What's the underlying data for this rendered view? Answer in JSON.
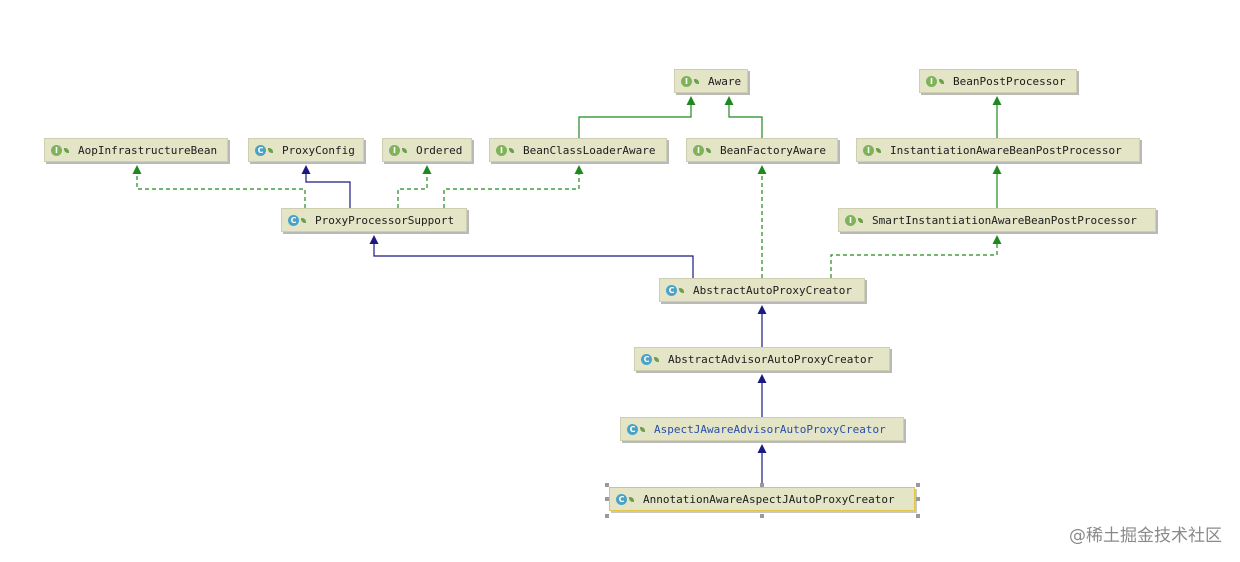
{
  "nodes": {
    "aware": {
      "label": "Aware",
      "kind": "interface"
    },
    "bpp": {
      "label": "BeanPostProcessor",
      "kind": "interface"
    },
    "aopinfra": {
      "label": "AopInfrastructureBean",
      "kind": "interface"
    },
    "proxyconfig": {
      "label": "ProxyConfig",
      "kind": "class"
    },
    "ordered": {
      "label": "Ordered",
      "kind": "interface"
    },
    "bcla": {
      "label": "BeanClassLoaderAware",
      "kind": "interface"
    },
    "bfa": {
      "label": "BeanFactoryAware",
      "kind": "interface"
    },
    "iabpp": {
      "label": "InstantiationAwareBeanPostProcessor",
      "kind": "interface"
    },
    "pps": {
      "label": "ProxyProcessorSupport",
      "kind": "class"
    },
    "siabpp": {
      "label": "SmartInstantiationAwareBeanPostProcessor",
      "kind": "interface"
    },
    "aapc": {
      "label": "AbstractAutoProxyCreator",
      "kind": "class"
    },
    "aaapc": {
      "label": "AbstractAdvisorAutoProxyCreator",
      "kind": "class"
    },
    "ajaapc": {
      "label": "AspectJAwareAdvisorAutoProxyCreator",
      "kind": "class"
    },
    "anaapc": {
      "label": "AnnotationAwareAspectJAutoProxyCreator",
      "kind": "class"
    }
  },
  "badges": {
    "interface": "I",
    "class": "C"
  },
  "colors": {
    "implements_edge": "#1e8a1e",
    "extends_edge": "#1a1a80",
    "node_fill": "#e4e4c7",
    "highlight_text": "#2a4ea6",
    "selection_border": "#e2c64a"
  },
  "edges": [
    {
      "from": "bcla",
      "to": "aware",
      "type": "extends-interface"
    },
    {
      "from": "bfa",
      "to": "aware",
      "type": "extends-interface"
    },
    {
      "from": "iabpp",
      "to": "bpp",
      "type": "extends-interface"
    },
    {
      "from": "siabpp",
      "to": "iabpp",
      "type": "extends-interface"
    },
    {
      "from": "pps",
      "to": "aopinfra",
      "type": "implements"
    },
    {
      "from": "pps",
      "to": "proxyconfig",
      "type": "extends"
    },
    {
      "from": "pps",
      "to": "ordered",
      "type": "implements"
    },
    {
      "from": "pps",
      "to": "bcla",
      "type": "implements"
    },
    {
      "from": "aapc",
      "to": "pps",
      "type": "extends"
    },
    {
      "from": "aapc",
      "to": "bfa",
      "type": "implements"
    },
    {
      "from": "aapc",
      "to": "siabpp",
      "type": "implements"
    },
    {
      "from": "aaapc",
      "to": "aapc",
      "type": "extends"
    },
    {
      "from": "ajaapc",
      "to": "aaapc",
      "type": "extends"
    },
    {
      "from": "anaapc",
      "to": "ajaapc",
      "type": "extends"
    }
  ],
  "watermark": "@稀土掘金技术社区"
}
